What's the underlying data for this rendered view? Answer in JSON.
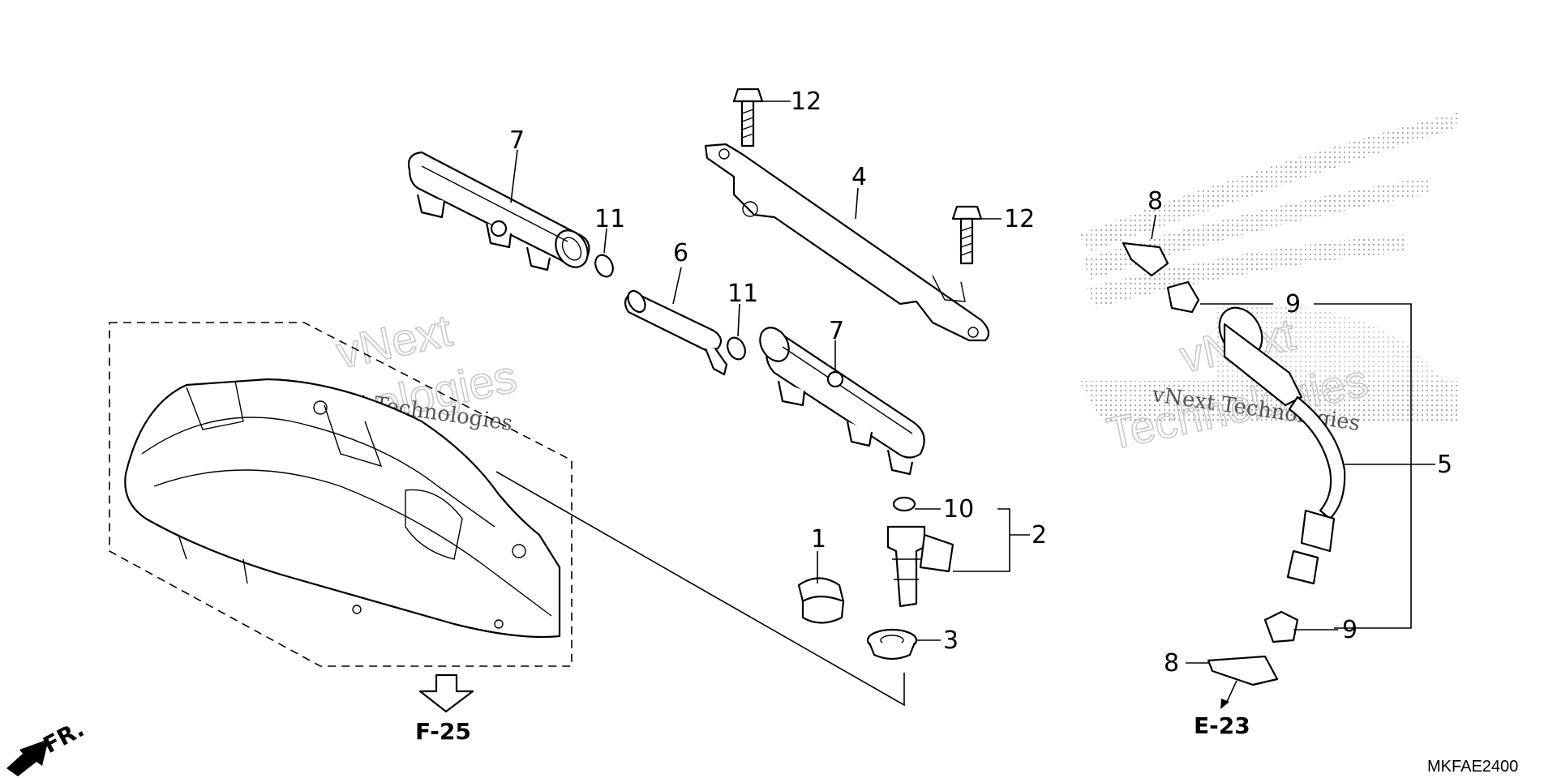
{
  "callouts": [
    {
      "id": "c7a",
      "label": "7"
    },
    {
      "id": "c11a",
      "label": "11"
    },
    {
      "id": "c6",
      "label": "6"
    },
    {
      "id": "c11b",
      "label": "11"
    },
    {
      "id": "c12a",
      "label": "12"
    },
    {
      "id": "c4",
      "label": "4"
    },
    {
      "id": "c12b",
      "label": "12"
    },
    {
      "id": "c7b",
      "label": "7"
    },
    {
      "id": "c1",
      "label": "1"
    },
    {
      "id": "c10",
      "label": "10"
    },
    {
      "id": "c2",
      "label": "2"
    },
    {
      "id": "c3",
      "label": "3"
    },
    {
      "id": "c8a",
      "label": "8"
    },
    {
      "id": "c9a",
      "label": "9"
    },
    {
      "id": "c5",
      "label": "5"
    },
    {
      "id": "c9b",
      "label": "9"
    },
    {
      "id": "c8b",
      "label": "8"
    }
  ],
  "references": {
    "f25": "F-25",
    "e23": "E-23"
  },
  "front_marker": "FR.",
  "diagram_code": "MKFAE2400",
  "watermarks": [
    {
      "line1": "vNext",
      "line2": "Technologies",
      "caption": "vNext Technologies"
    },
    {
      "line1": "vNext",
      "line2": "Technologies",
      "caption": "vNext Technologies"
    }
  ]
}
